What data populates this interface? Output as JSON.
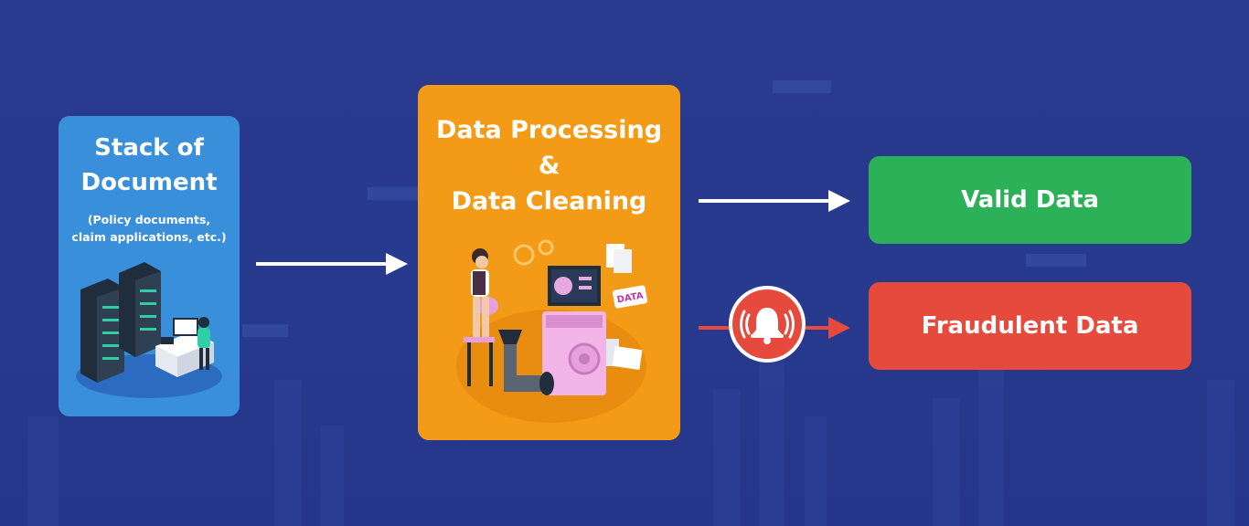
{
  "stack_card": {
    "title_line1": "Stack of",
    "title_line2": "Document",
    "subtitle_line1": "(Policy documents,",
    "subtitle_line2": "claim applications, etc.)",
    "color": "#3a8fdb",
    "icon": "server-rack-worker-illustration"
  },
  "process_card": {
    "title_line1": "Data Processing",
    "title_line2": "&",
    "title_line3": "Data Cleaning",
    "color": "#f39b17",
    "icon": "data-machine-illustration",
    "tag_label": "DATA"
  },
  "outputs": {
    "valid": {
      "label": "Valid Data",
      "color": "#2db158"
    },
    "fraud": {
      "label": "Fraudulent Data",
      "color": "#e64a3d",
      "icon": "alarm-bell-icon"
    }
  },
  "arrow_colors": {
    "white": "#ffffff",
    "red": "#e64a3d"
  },
  "background": {
    "color": "#283a8e"
  }
}
